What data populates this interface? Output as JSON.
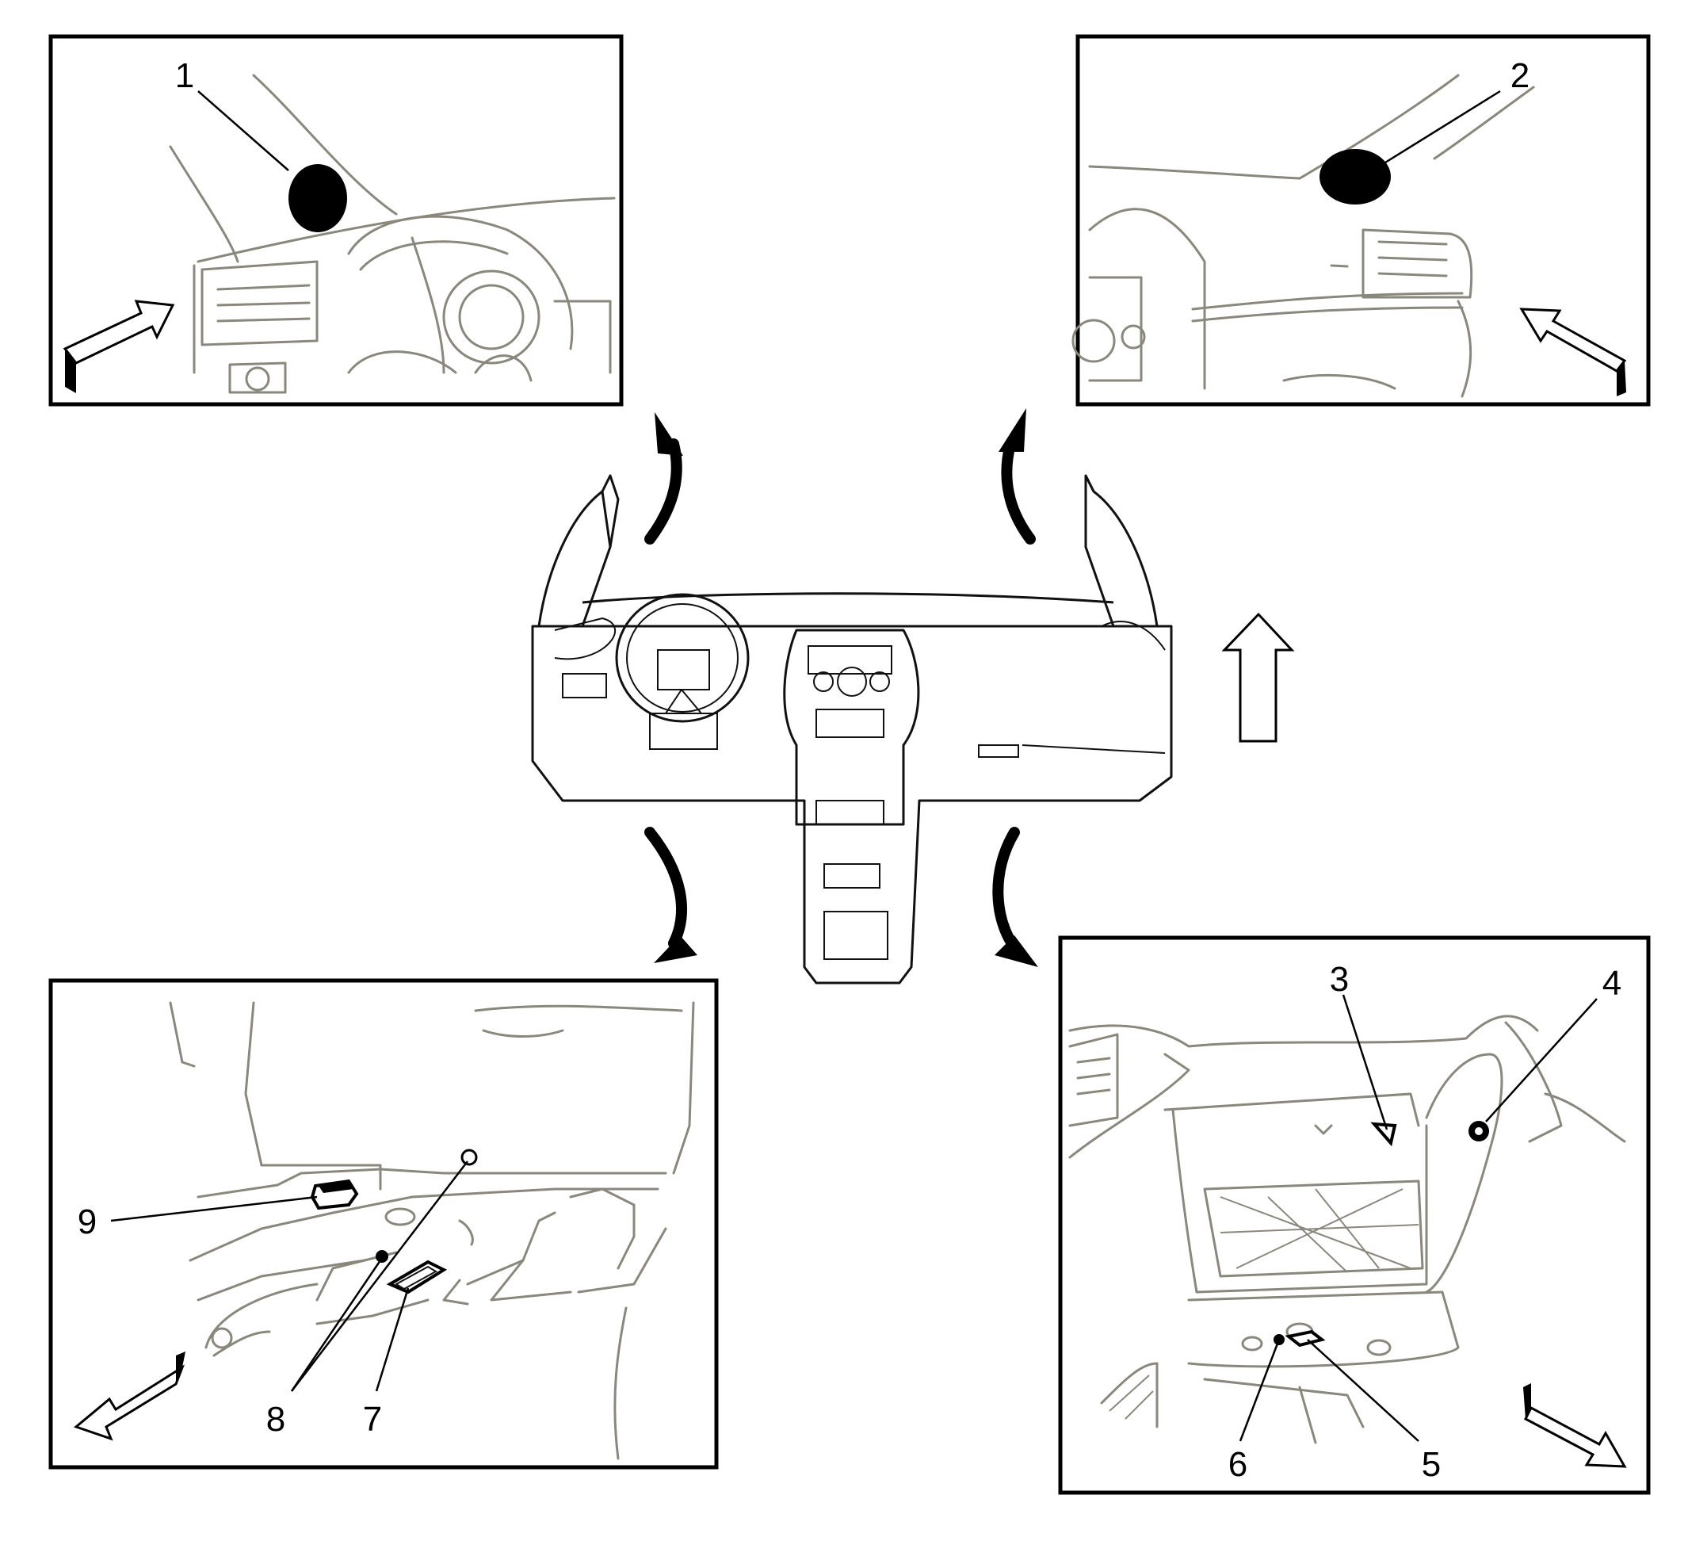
{
  "diagram": {
    "callouts": [
      "1",
      "2",
      "3",
      "4",
      "5",
      "6",
      "7",
      "8",
      "9"
    ],
    "colors": {
      "frame": "#000000",
      "line_art": "#8a877c",
      "part": "#111111",
      "background": "#ffffff"
    }
  }
}
